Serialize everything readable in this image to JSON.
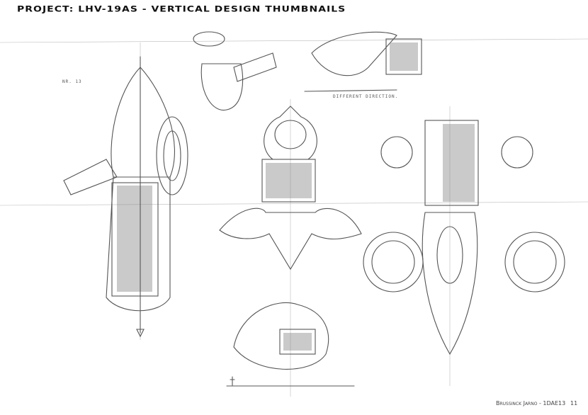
{
  "header": {
    "title": "PROJECT: LHV-19AS - VERTICAL DESIGN THUMBNAILS"
  },
  "annotations": {
    "number_label": "NR. 13",
    "direction_note": "DIFFERENT DIRECTION."
  },
  "footer": {
    "author": "Brussinck Jarno - 1DAE13",
    "page_number": "11"
  }
}
